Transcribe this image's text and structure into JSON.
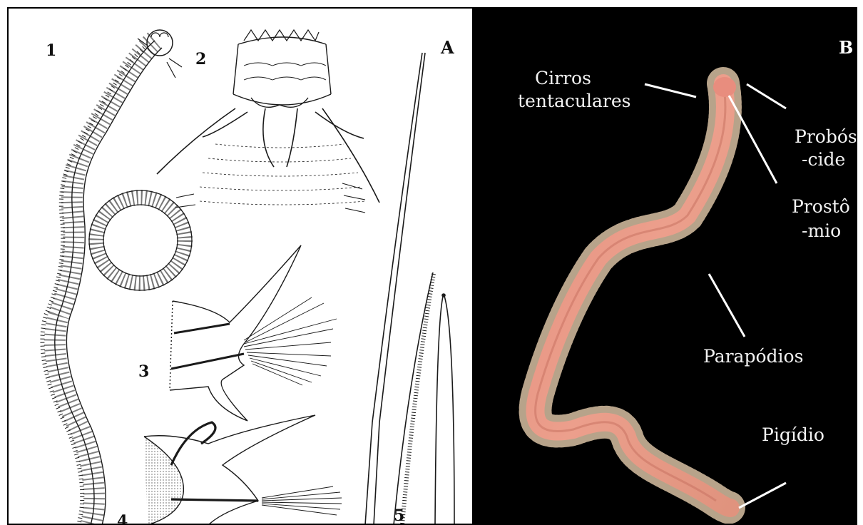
{
  "panel_a": {
    "letter": "A",
    "figure_numbers": [
      "1",
      "2",
      "3",
      "4",
      "5"
    ]
  },
  "panel_b": {
    "letter": "B",
    "labels": {
      "cirros_line1": "Cirros",
      "cirros_line2": "tentaculares",
      "probos_line1": "Probós",
      "probos_line2": "-cide",
      "prosto_line1": "Prostô",
      "prosto_line2": "-mio",
      "parapodios": "Parapódios",
      "pigidio": "Pigídio"
    }
  },
  "colors": {
    "ink": "#1a1a1a",
    "panel_b_background": "#000000",
    "worm_body": "#e39a86",
    "label_text": "#f2f2f2"
  }
}
